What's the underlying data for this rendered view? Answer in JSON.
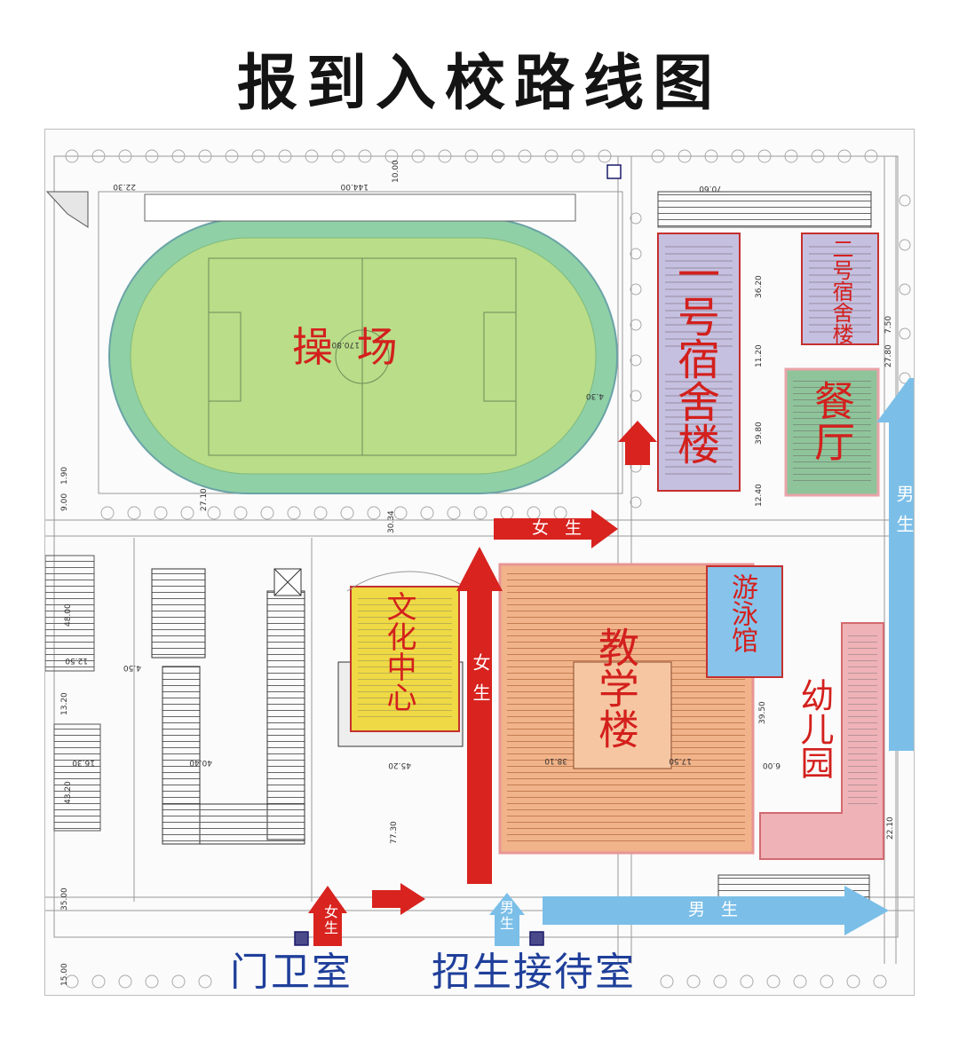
{
  "title": "报到入校路线图",
  "places": {
    "playground": "操 场",
    "dorm1": "一号宿舍楼",
    "dorm2": "二号宿舍楼",
    "canteen": "餐厅",
    "culture": "文化中心",
    "teaching": "教学楼",
    "pool": "游泳馆",
    "kindergarten": "幼儿园"
  },
  "routes": {
    "female_label": "女生",
    "male_label": "男生",
    "female_spaced": "女 生",
    "male_spaced": "男 生"
  },
  "gates": {
    "guard": "门卫室",
    "reception": "招生接待室"
  },
  "colors": {
    "female_route": "#d8231f",
    "male_route": "#7bbfe8",
    "label_red": "#d3201d",
    "label_blue": "#1f3f9a"
  },
  "plan_dimensions": [
    "22.30",
    "144.00",
    "10.00",
    "170.80",
    "4.30",
    "9.00",
    "1.90",
    "27.10",
    "30.34",
    "48.00",
    "12.50",
    "4.50",
    "13.20",
    "16.30",
    "43.20",
    "40.40",
    "45.20",
    "77.30",
    "38.10",
    "17.50",
    "39.50",
    "6.00",
    "22.10",
    "35.00",
    "15.00",
    "36.20",
    "11.20",
    "39.80",
    "12.40",
    "27.80",
    "7.50",
    "70.60"
  ]
}
